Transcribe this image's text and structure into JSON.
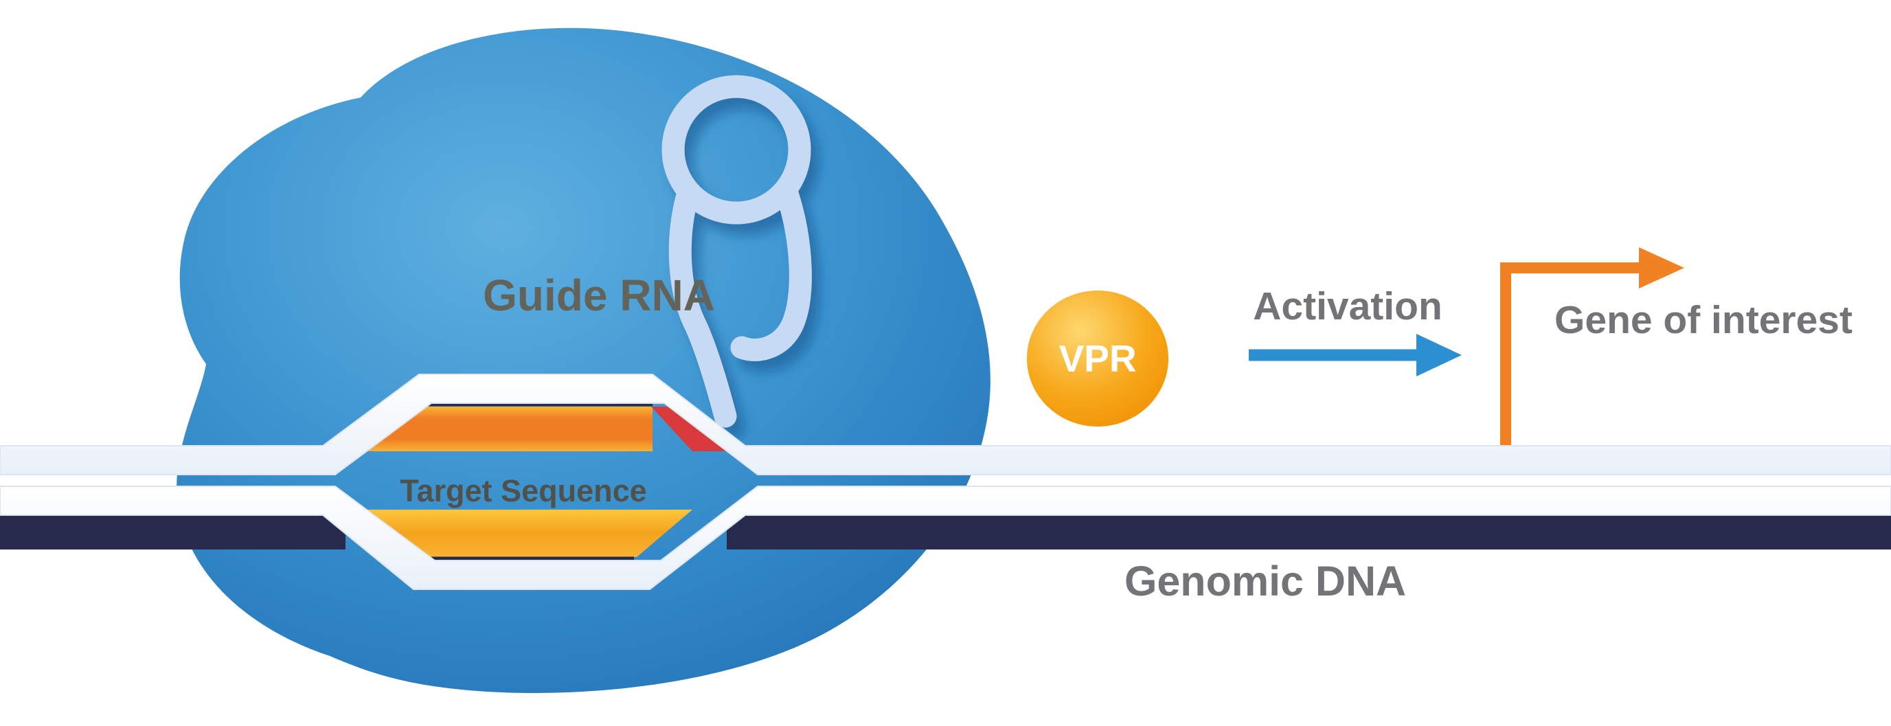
{
  "title": "CRISPR activation (dCas9-VPR) diagram",
  "labels": {
    "guide_rna": "Guide RNA",
    "target_sequence": "Target Sequence",
    "vpr": "VPR",
    "activation": "Activation",
    "gene_of_interest": "Gene of interest",
    "genomic_dna": "Genomic DNA"
  },
  "colors": {
    "cas9_blue_light": "#5fb0e0",
    "cas9_blue": "#3a92ce",
    "cas9_blue_edge": "#2171b5",
    "guide_rna_ribbon": "#c6dbf3",
    "dna_strand_white": "#f4f8fd",
    "backbone_navy": "#262b4d",
    "target_bar_orange": "#ef7d23",
    "target_bar_yellow": "#f9b233",
    "target_bar_gold_light": "#fcc63f",
    "pam_red": "#d93a3c",
    "vpr_light": "#fed76f",
    "vpr_mid": "#f7a81b",
    "vpr_deep": "#ef8f00",
    "activation_arrow_blue": "#2b8fd1",
    "gene_arrow_orange": "#f08224",
    "label_gray": "#737477",
    "guide_rna_label_gray": "#63635a",
    "target_label_gray": "#50514a"
  }
}
